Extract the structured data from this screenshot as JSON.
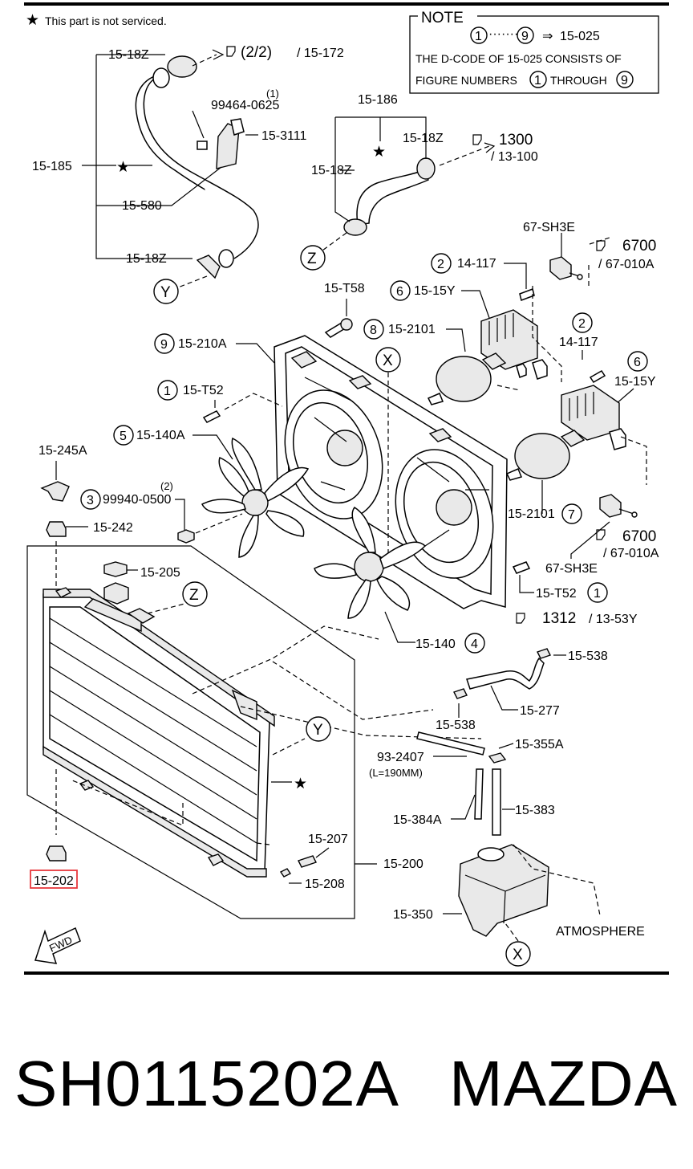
{
  "legend": {
    "star": "★",
    "not_serviced": "This part is not serviced."
  },
  "note": {
    "title": "NOTE",
    "range_start": "1",
    "range_end": "9",
    "range_dots": "·······",
    "arrow": "⇒",
    "code": "15-025",
    "line1": "THE D-CODE OF  15-025  CONSISTS OF",
    "line2_a": "FIGURE NUMBERS",
    "line2_b": "THROUGH",
    "line2_num1": "1",
    "line2_num2": "9"
  },
  "references": [
    {
      "ref": "(2/2)",
      "dest": "/ 15-172"
    },
    {
      "ref": "1300",
      "dest": "/ 13-100"
    },
    {
      "ref": "6700",
      "dest": "/ 67-010A"
    },
    {
      "ref": "6700",
      "dest": "/ 67-010A"
    },
    {
      "ref": "1312",
      "dest": "/ 13-53Y"
    }
  ],
  "labels": {
    "p15_18z_a": "15-18Z",
    "p15_185": "15-185",
    "p99464": "99464-0625",
    "p99464_qty": "(1)",
    "p15_3111": "15-3111",
    "p15_580": "15-580",
    "p15_18z_b": "15-18Z",
    "p15_186": "15-186",
    "p15_18z_c": "15-18Z",
    "p15_18z_d": "15-18Z",
    "p67_sh3e_a": "67-SH3E",
    "p14_117_a": "14-117",
    "p15_15y_a": "15-15Y",
    "p15_t58": "15-T58",
    "p15_2101_a": "15-2101",
    "p15_210a": "15-210A",
    "p14_117_b": "14-117",
    "p15_15y_b": "15-15Y",
    "p15_t52_a": "15-T52",
    "p15_140a": "15-140A",
    "p15_245a": "15-245A",
    "p99940": "99940-0500",
    "p99940_qty": "(2)",
    "p15_2101_b": "15-2101",
    "p15_242": "15-242",
    "p67_sh3e_b": "67-SH3E",
    "p15_205": "15-205",
    "p15_t52_b": "15-T52",
    "p15_140": "15-140",
    "p15_538_a": "15-538",
    "p15_277": "15-277",
    "p15_538_b": "15-538",
    "p93_2407": "93-2407",
    "p93_2407_len": "(L=190MM)",
    "p15_355a": "15-355A",
    "p15_383": "15-383",
    "p15_384a": "15-384A",
    "p15_207": "15-207",
    "p15_200": "15-200",
    "p15_208": "15-208",
    "p15_202": "15-202",
    "p15_350": "15-350",
    "atmosphere": "ATMOSPHERE",
    "fwd": "FWD"
  },
  "circled": {
    "n1a": "1",
    "n1b": "1",
    "n2a": "2",
    "n2b": "2",
    "n3": "3",
    "n4": "4",
    "n5": "5",
    "n6a": "6",
    "n6b": "6",
    "n7": "7",
    "n8": "8",
    "n9": "9",
    "z1": "Z",
    "z2": "Z",
    "y1": "Y",
    "y2": "Y",
    "x1": "X",
    "x2": "X"
  },
  "highlight": {
    "part": "15-202",
    "color": "#e8383d"
  },
  "footer": {
    "part_number": "SH0115202A",
    "brand": "MAZDA"
  }
}
